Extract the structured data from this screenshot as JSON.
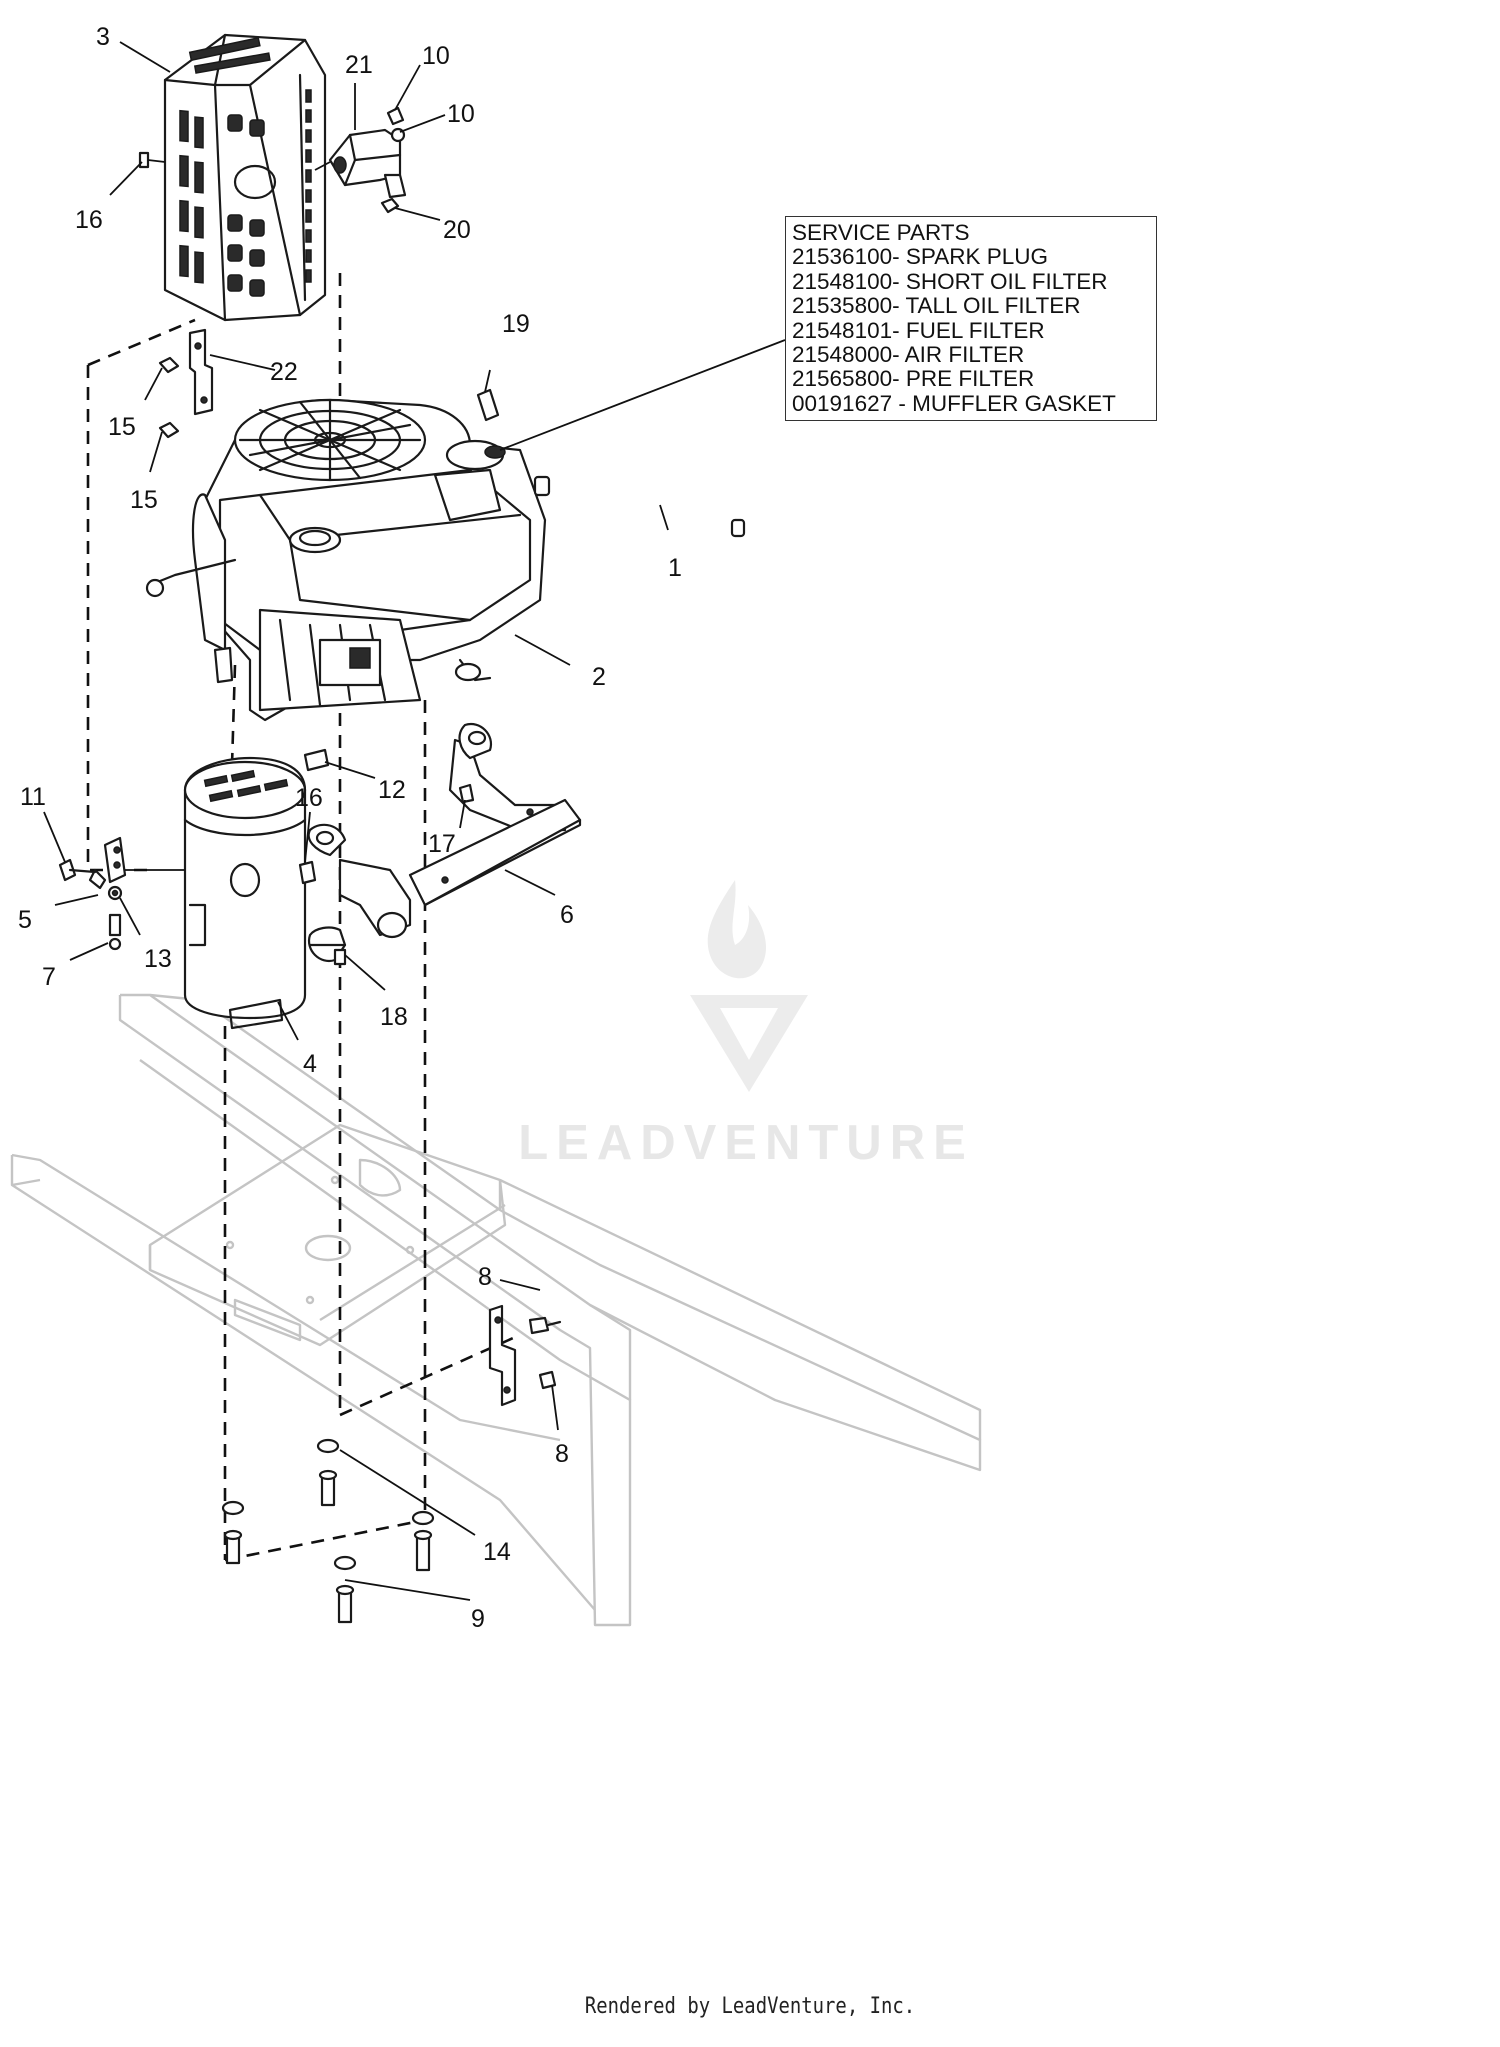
{
  "service_parts": {
    "title": "SERVICE PARTS",
    "items": [
      "21536100- SPARK PLUG",
      "21548100- SHORT OIL FILTER",
      "21535800- TALL OIL FILTER",
      "21548101- FUEL FILTER",
      "21548000- AIR FILTER",
      "21565800- PRE FILTER",
      "00191627 - MUFFLER GASKET"
    ]
  },
  "callouts": {
    "c1": "1",
    "c2": "2",
    "c3": "3",
    "c4": "4",
    "c5": "5",
    "c6": "6",
    "c7": "7",
    "c8a": "8",
    "c8b": "8",
    "c9": "9",
    "c10a": "10",
    "c10b": "10",
    "c11": "11",
    "c12": "12",
    "c13": "13",
    "c14": "14",
    "c15a": "15",
    "c15b": "15",
    "c16a": "16",
    "c16b": "16",
    "c17": "17",
    "c18": "18",
    "c19": "19",
    "c20": "20",
    "c21": "21",
    "c22": "22"
  },
  "watermark": "LEADVENTURE",
  "footer": "Rendered by LeadVenture, Inc.",
  "colors": {
    "ink": "#1a1a1a",
    "frame": "#c4c4c4",
    "watermark": "#e7e7e7"
  }
}
